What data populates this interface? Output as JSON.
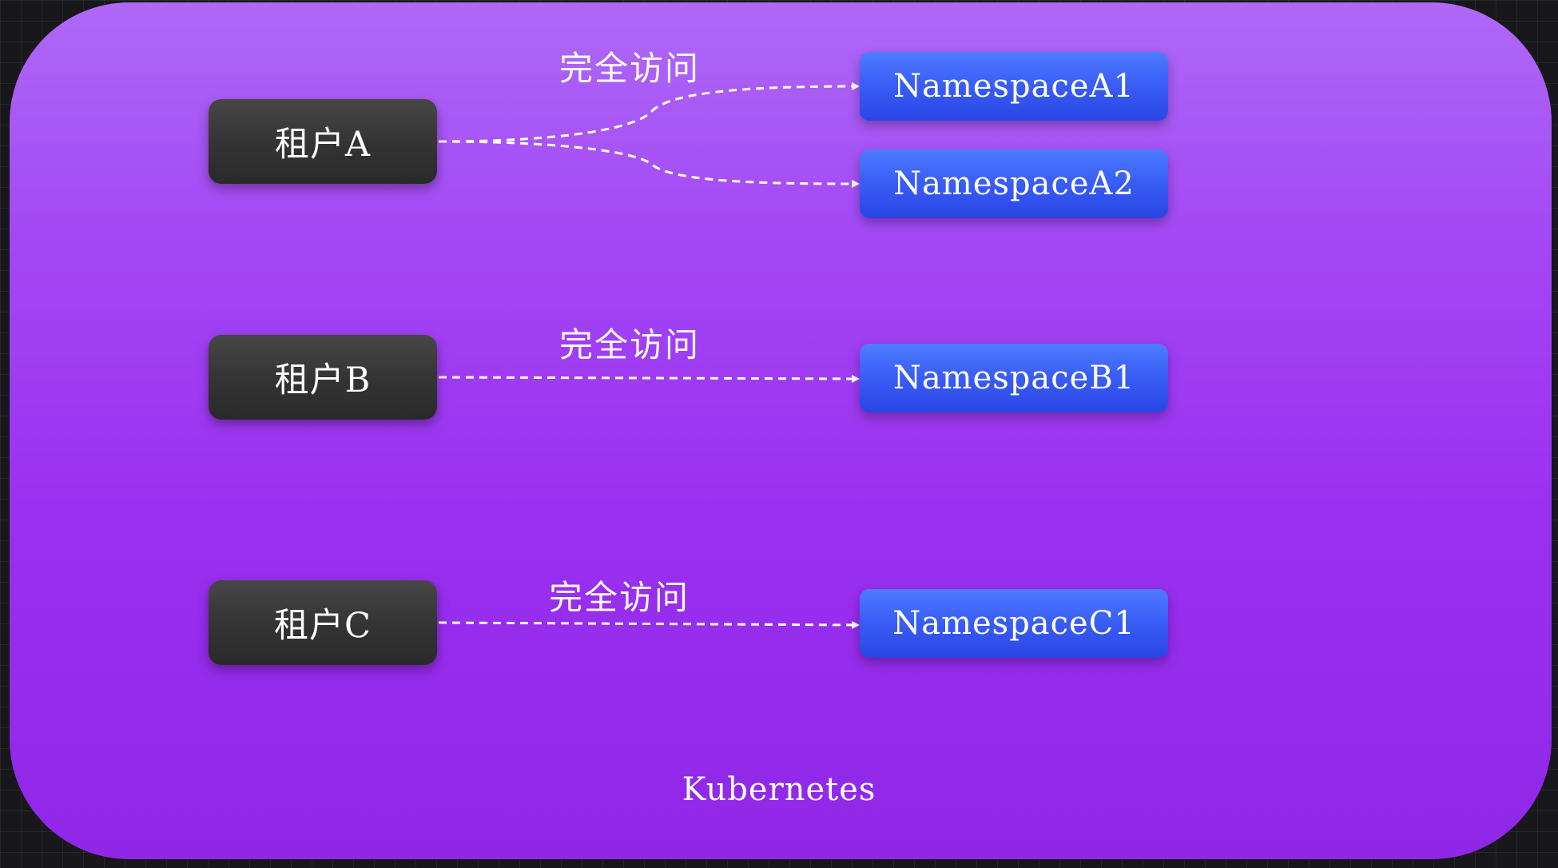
{
  "cluster": {
    "label": "Kubernetes"
  },
  "tenants": [
    {
      "label": "租户A"
    },
    {
      "label": "租户B"
    },
    {
      "label": "租户C"
    }
  ],
  "namespaces": [
    {
      "label": "NamespaceA1"
    },
    {
      "label": "NamespaceA2"
    },
    {
      "label": "NamespaceB1"
    },
    {
      "label": "NamespaceC1"
    }
  ],
  "edges": [
    {
      "from": "租户A",
      "to": "NamespaceA1",
      "label": "完全访问"
    },
    {
      "from": "租户A",
      "to": "NamespaceA2",
      "label": ""
    },
    {
      "from": "租户B",
      "to": "NamespaceB1",
      "label": "完全访问"
    },
    {
      "from": "租户C",
      "to": "NamespaceC1",
      "label": "完全访问"
    }
  ],
  "colors": {
    "cluster_top": "#ae69f7",
    "cluster_bottom": "#9026e6",
    "tenant_fill": "#3a3a3a",
    "namespace_fill": "#3a5ff6",
    "edge_stroke": "#ffffff"
  }
}
